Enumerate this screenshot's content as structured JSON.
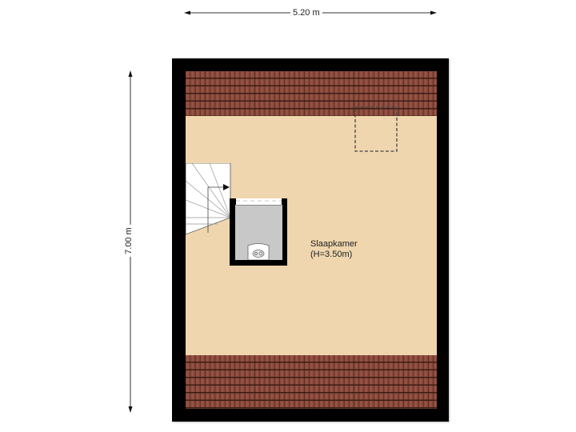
{
  "dimensions": {
    "width_label": "5.20 m",
    "height_label": "7.00 m"
  },
  "rooms": [
    {
      "name": "Slaapkamer",
      "height_label": "(H=3.50m)"
    }
  ],
  "colors": {
    "wall": "#000000",
    "floor": "#efd6ae",
    "roof_tile": "#8a4a3c",
    "shaft": "#c8c8c8",
    "stairs": "#ffffff"
  }
}
